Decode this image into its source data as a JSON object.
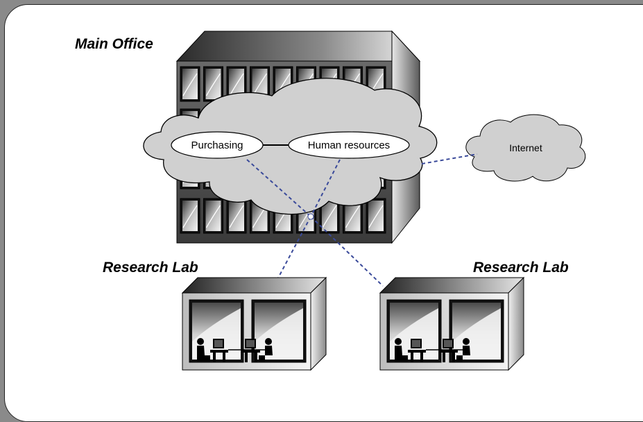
{
  "labels": {
    "main_office": "Main Office",
    "research_lab_left": "Research Lab",
    "research_lab_right": "Research Lab"
  },
  "nodes": {
    "purchasing": "Purchasing",
    "human_resources": "Human resources",
    "internet": "Internet"
  },
  "colors": {
    "background": "#8a8a8a",
    "panel": "#ffffff",
    "cloud": "#d0d0d0",
    "link_dashed": "#3a4a9a",
    "link_solid": "#000000"
  }
}
